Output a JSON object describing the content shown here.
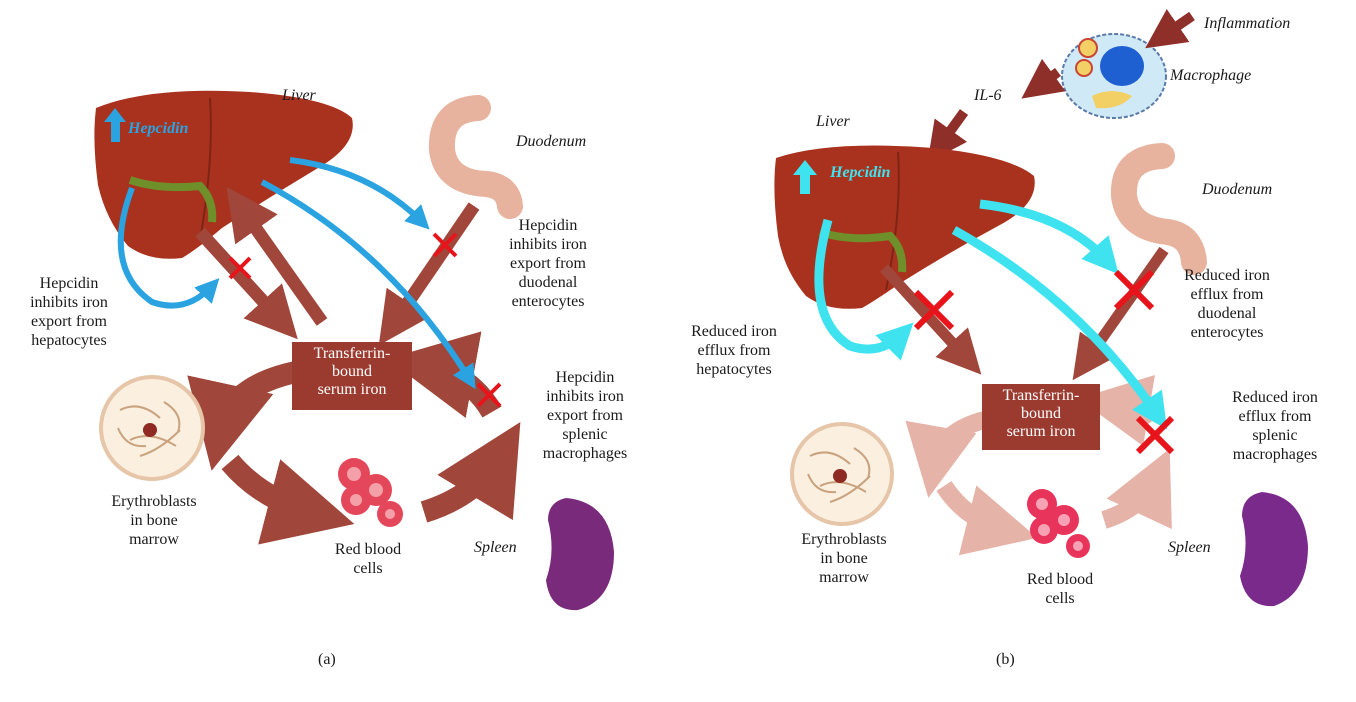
{
  "colors": {
    "iron_arrow": "#a0463a",
    "iron_arrow_faded": "#e6b3a8",
    "hepcidin_arrow_a": "#2aa3e0",
    "hepcidin_arrow_b": "#3fe3f0",
    "block_mark": "#e8141b",
    "inflammation_arrow": "#8f2f2a",
    "transferrin_box": "#9b3a2f",
    "liver": "#a9321e",
    "spleen": "#7a2a7a"
  },
  "panel_a": {
    "liver_label": "Liver",
    "hepcidin_label": "Hepcidin",
    "duodenum_label": "Duodenum",
    "hep_duodenal_text": [
      "Hepcidin",
      "inhibits iron",
      "export from",
      "duodenal",
      "enterocytes"
    ],
    "hep_hepatocyte_text": [
      "Hepcidin",
      "inhibits iron",
      "export from",
      "hepatocytes"
    ],
    "transferrin_text": [
      "Transferrin-",
      "bound",
      "serum iron"
    ],
    "hep_splenic_text": [
      "Hepcidin",
      "inhibits iron",
      "export from",
      "splenic",
      "macrophages"
    ],
    "erythroblast_text": [
      "Erythroblasts",
      "in bone",
      "marrow"
    ],
    "rbc_text": [
      "Red blood",
      "cells"
    ],
    "spleen_label": "Spleen",
    "caption": "(a)"
  },
  "panel_b": {
    "inflammation_label": "Inflammation",
    "macrophage_label": "Macrophage",
    "il6_label": "IL-6",
    "liver_label": "Liver",
    "hepcidin_label": "Hepcidin",
    "duodenum_label": "Duodenum",
    "reduced_duodenal_text": [
      "Reduced iron",
      "efflux from",
      "duodenal",
      "enterocytes"
    ],
    "reduced_hepatocyte_text": [
      "Reduced iron",
      "efflux from",
      "hepatocytes"
    ],
    "transferrin_text": [
      "Transferrin-",
      "bound",
      "serum iron"
    ],
    "reduced_splenic_text": [
      "Reduced iron",
      "efflux from",
      "splenic",
      "macrophages"
    ],
    "erythroblast_text": [
      "Erythroblasts",
      "in bone",
      "marrow"
    ],
    "rbc_text": [
      "Red blood",
      "cells"
    ],
    "spleen_label": "Spleen",
    "caption": "(b)"
  }
}
